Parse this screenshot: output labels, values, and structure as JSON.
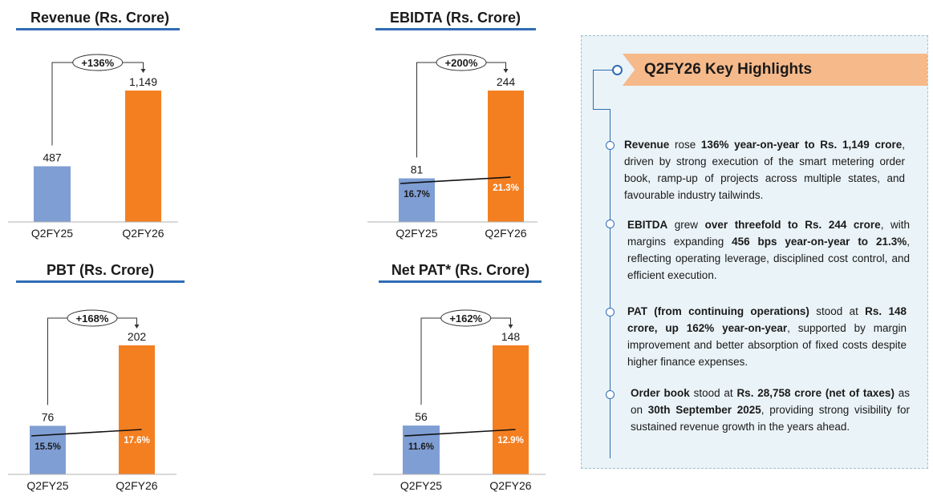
{
  "charts": [
    {
      "title": "Revenue (Rs. Crore)",
      "categories": [
        "Q2FY25",
        "Q2FY26"
      ],
      "values": [
        487,
        1149
      ],
      "values_label": [
        "487",
        "1,149"
      ],
      "growth": "+136%",
      "margins": null
    },
    {
      "title": "EBIDTA (Rs. Crore)",
      "categories": [
        "Q2FY25",
        "Q2FY26"
      ],
      "values": [
        81,
        244
      ],
      "values_label": [
        "81",
        "244"
      ],
      "growth": "+200%",
      "margins": [
        "16.7%",
        "21.3%"
      ]
    },
    {
      "title": "PBT (Rs. Crore)",
      "categories": [
        "Q2FY25",
        "Q2FY26"
      ],
      "values": [
        76,
        202
      ],
      "values_label": [
        "76",
        "202"
      ],
      "growth": "+168%",
      "margins": [
        "15.5%",
        "17.6%"
      ]
    },
    {
      "title": "Net PAT* (Rs. Crore)",
      "categories": [
        "Q2FY25",
        "Q2FY26"
      ],
      "values": [
        56,
        148
      ],
      "values_label": [
        "56",
        "148"
      ],
      "growth": "+162%",
      "margins": [
        "11.6%",
        "12.9%"
      ]
    }
  ],
  "chart_data": [
    {
      "type": "bar",
      "title": "Revenue (Rs. Crore)",
      "categories": [
        "Q2FY25",
        "Q2FY26"
      ],
      "values": [
        487,
        1149
      ]
    },
    {
      "type": "bar",
      "title": "EBIDTA (Rs. Crore)",
      "categories": [
        "Q2FY25",
        "Q2FY26"
      ],
      "values": [
        81,
        244
      ],
      "margins": [
        16.7,
        21.3
      ]
    },
    {
      "type": "bar",
      "title": "PBT (Rs. Crore)",
      "categories": [
        "Q2FY25",
        "Q2FY26"
      ],
      "values": [
        76,
        202
      ],
      "margins": [
        15.5,
        17.6
      ]
    },
    {
      "type": "bar",
      "title": "Net PAT* (Rs. Crore)",
      "categories": [
        "Q2FY25",
        "Q2FY26"
      ],
      "values": [
        56,
        148
      ],
      "margins": [
        11.6,
        12.9
      ]
    }
  ],
  "colors": {
    "fy25": "#7f9ed4",
    "fy26": "#f47f21",
    "accent": "#2f6db5",
    "banner": "#f6b98a",
    "panel": "#eaf3f7"
  },
  "highlights": {
    "title": "Q2FY26 Key Highlights",
    "items": [
      {
        "parts": [
          {
            "b": true,
            "t": "Revenue"
          },
          {
            "b": false,
            "t": " rose "
          },
          {
            "b": true,
            "t": "136% year-on-year to Rs. 1,149 crore"
          },
          {
            "b": false,
            "t": ", driven by strong execution of the smart metering order book, ramp-up of projects across multiple states, and favourable industry tailwinds."
          }
        ]
      },
      {
        "parts": [
          {
            "b": true,
            "t": "EBITDA"
          },
          {
            "b": false,
            "t": " grew "
          },
          {
            "b": true,
            "t": "over threefold to Rs. 244 crore"
          },
          {
            "b": false,
            "t": ", with margins expanding "
          },
          {
            "b": true,
            "t": "456 bps year-on-year to 21.3%"
          },
          {
            "b": false,
            "t": ", reflecting operating leverage, disciplined cost control, and efficient execution."
          }
        ]
      },
      {
        "parts": [
          {
            "b": true,
            "t": "PAT (from continuing operations)"
          },
          {
            "b": false,
            "t": " stood at "
          },
          {
            "b": true,
            "t": "Rs. 148 crore, up 162% year-on-year"
          },
          {
            "b": false,
            "t": ", supported by margin improvement and better absorption of fixed costs despite higher finance expenses."
          }
        ]
      },
      {
        "parts": [
          {
            "b": true,
            "t": "Order book"
          },
          {
            "b": false,
            "t": " stood at "
          },
          {
            "b": true,
            "t": "Rs. 28,758 crore (net of taxes)"
          },
          {
            "b": false,
            "t": " as on "
          },
          {
            "b": true,
            "t": "30th September 2025"
          },
          {
            "b": false,
            "t": ", providing strong visibility for sustained revenue growth in the years ahead."
          }
        ]
      }
    ]
  }
}
